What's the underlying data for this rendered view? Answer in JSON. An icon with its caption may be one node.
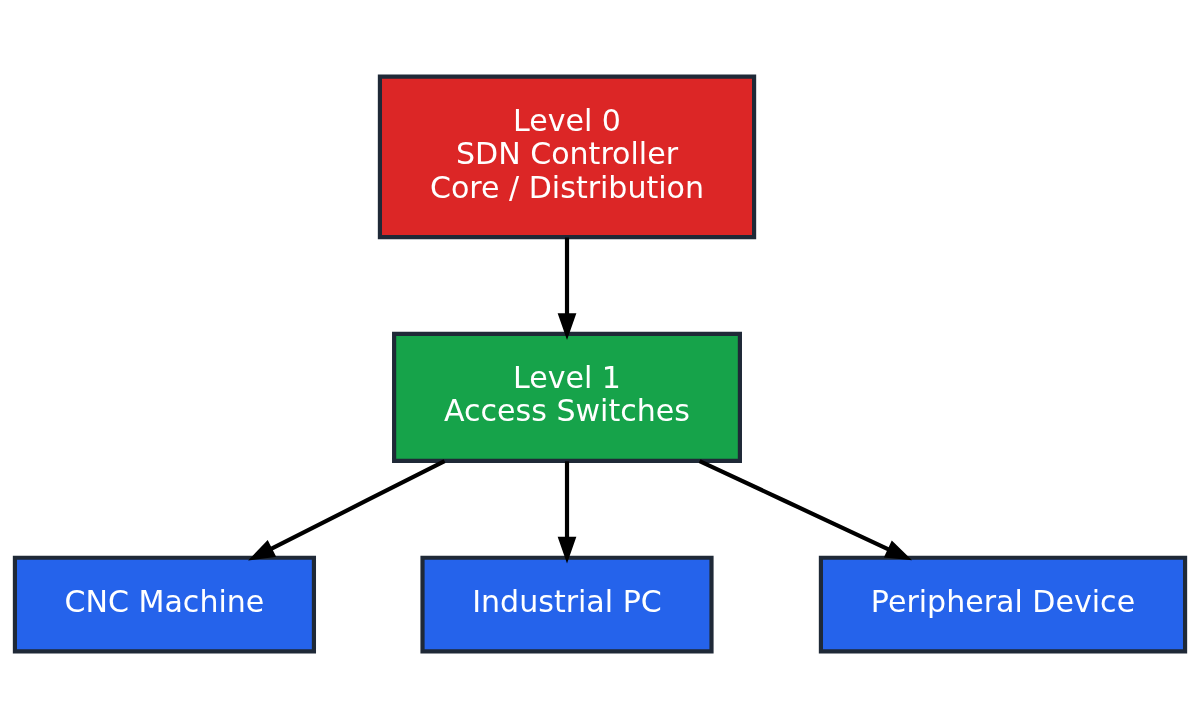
{
  "diagram": {
    "nodes": [
      {
        "text": [
          "Level 0",
          "SDN Controller",
          "Core / Distribution"
        ]
      },
      {
        "text": [
          "Level 1",
          "Access Switches"
        ]
      },
      {
        "text": [
          "CNC Machine"
        ]
      },
      {
        "text": [
          "Industrial PC"
        ]
      },
      {
        "text": [
          "Peripheral Device"
        ]
      }
    ],
    "edges": [
      {
        "from": 0,
        "to": 1,
        "arrow": "to"
      },
      {
        "from": 1,
        "to": 2,
        "arrow": "to"
      },
      {
        "from": 1,
        "to": 3,
        "arrow": "to"
      },
      {
        "from": 1,
        "to": 4,
        "arrow": "to"
      }
    ]
  }
}
